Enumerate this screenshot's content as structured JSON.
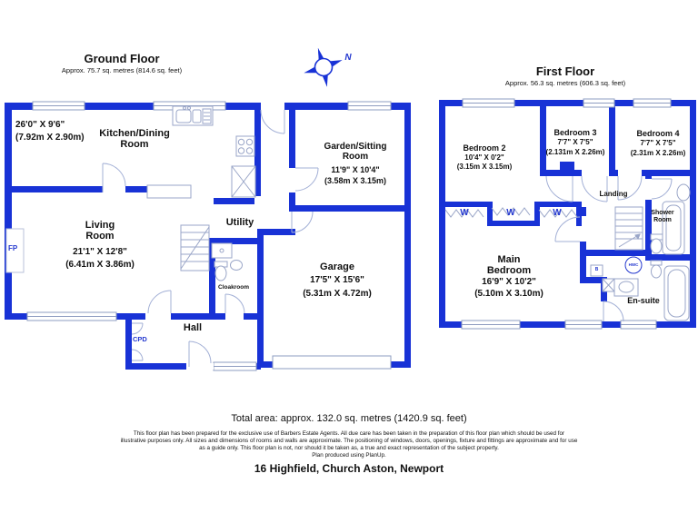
{
  "ground_floor": {
    "title": "Ground Floor",
    "subtitle": "Approx. 75.7 sq. metres (814.6 sq. feet)",
    "rooms": {
      "kitchen": {
        "name": "Kitchen/Dining Room",
        "dims_ft": "26'0\" X 9'6\"",
        "dims_m": "(7.92m X 2.90m)"
      },
      "living": {
        "name": "Living Room",
        "dims_ft": "21'1\" X 12'8\"",
        "dims_m": "(6.41m X 3.86m)"
      },
      "garden": {
        "name": "Garden/Sitting Room",
        "dims_ft": "11'9\" X 10'4\"",
        "dims_m": "(3.58m X 3.15m)"
      },
      "garage": {
        "name": "Garage",
        "dims_ft": "17'5\" X 15'6\"",
        "dims_m": "(5.31m X 4.72m)"
      },
      "utility": {
        "name": "Utility"
      },
      "cloakroom": {
        "name": "Cloakroom"
      },
      "hall": {
        "name": "Hall"
      }
    },
    "labels": {
      "fireplace": "FP",
      "cupboard": "CPD"
    }
  },
  "first_floor": {
    "title": "First Floor",
    "subtitle": "Approx. 56.3 sq. metres (606.3 sq. feet)",
    "rooms": {
      "bedroom2": {
        "name": "Bedroom 2",
        "dims_ft": "10'4\" X 0'2\"",
        "dims_m": "(3.15m X 3.15m)"
      },
      "bedroom3": {
        "name": "Bedroom 3",
        "dims_ft": "7'7\" X 7'5\"",
        "dims_m": "(2.131m X 2.26m)"
      },
      "bedroom4": {
        "name": "Bedroom 4",
        "dims_ft": "7'7\" X 7'5\"",
        "dims_m": "(2.31m X 2.26m)"
      },
      "main_bedroom": {
        "name": "Main Bedroom",
        "dims_ft": "16'9\" X 10'2\"",
        "dims_m": "(5.10m X 3.10m)"
      },
      "landing": {
        "name": "Landing"
      },
      "shower_room": {
        "name": "Shower Room"
      },
      "ensuite": {
        "name": "En-suite"
      }
    },
    "labels": {
      "wardrobe": "W",
      "hot_water_cylinder": "HWC",
      "boiler": "B"
    }
  },
  "compass": {
    "north": "N"
  },
  "footer": {
    "total_area": "Total area: approx. 132.0 sq. metres (1420.9 sq. feet)",
    "disclaimer": [
      "This floor plan has been prepared for the exclusive use of Barbers Estate Agents. All due care has been taken in the preparation of this floor plan which should be used for",
      "illustrative purposes only. All sizes and dimensions of rooms and walls are approximate. The positioning of windows, doors, openings, fixture and fittings are approximate and for use",
      "as a guide only. This floor plan is not, nor should it be taken as, a true and exact representation of the subject property.",
      "Plan produced using PlanUp."
    ],
    "address": "16 Highfield, Church Aston, Newport"
  },
  "colors": {
    "wall_blue": "#1832d6",
    "label_blue": "#2438cf",
    "fixture_gray": "#9aa6c8",
    "text_black": "#111111",
    "background": "#ffffff"
  }
}
